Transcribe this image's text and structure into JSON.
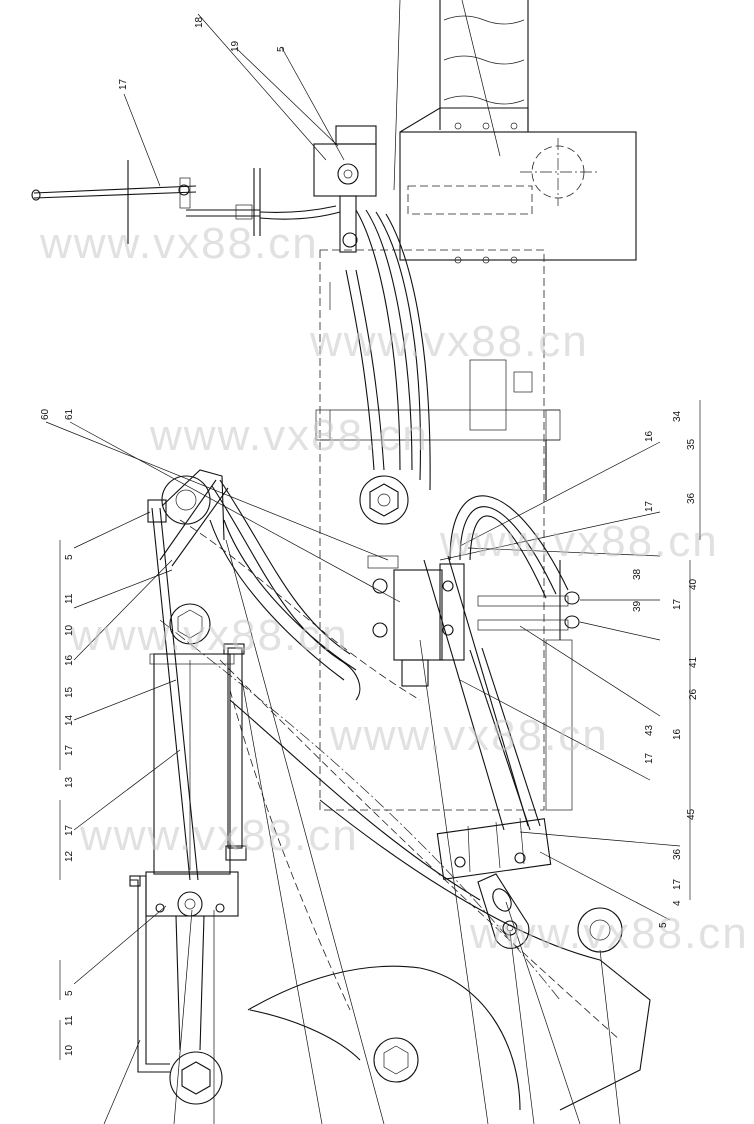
{
  "watermark": {
    "text": "www.vx88.cn",
    "color": "#c9c9c9"
  },
  "callouts": [
    {
      "id": "c17a",
      "text": "17"
    },
    {
      "id": "c18",
      "text": "18"
    },
    {
      "id": "c19",
      "text": "19"
    },
    {
      "id": "c5a",
      "text": "5"
    },
    {
      "id": "c60",
      "text": "60"
    },
    {
      "id": "c61",
      "text": "61"
    },
    {
      "id": "c16a",
      "text": "16"
    },
    {
      "id": "c34",
      "text": "34"
    },
    {
      "id": "c17b",
      "text": "17"
    },
    {
      "id": "c35",
      "text": "35"
    },
    {
      "id": "c36a",
      "text": "36"
    },
    {
      "id": "c38",
      "text": "38"
    },
    {
      "id": "c39",
      "text": "39"
    },
    {
      "id": "c17c",
      "text": "17"
    },
    {
      "id": "c40",
      "text": "40"
    },
    {
      "id": "c41",
      "text": "41"
    },
    {
      "id": "c26",
      "text": "26"
    },
    {
      "id": "c16b",
      "text": "16"
    },
    {
      "id": "c43",
      "text": "43"
    },
    {
      "id": "c17d",
      "text": "17"
    },
    {
      "id": "c45",
      "text": "45"
    },
    {
      "id": "c36b",
      "text": "36"
    },
    {
      "id": "c17e",
      "text": "17"
    },
    {
      "id": "c4",
      "text": "4"
    },
    {
      "id": "c5b",
      "text": "5"
    },
    {
      "id": "c5c",
      "text": "5"
    },
    {
      "id": "c11a",
      "text": "11"
    },
    {
      "id": "c10a",
      "text": "10"
    },
    {
      "id": "c16c",
      "text": "16"
    },
    {
      "id": "c15",
      "text": "15"
    },
    {
      "id": "c14",
      "text": "14"
    },
    {
      "id": "c13",
      "text": "13"
    },
    {
      "id": "c17f",
      "text": "17"
    },
    {
      "id": "c12",
      "text": "12"
    },
    {
      "id": "c17g",
      "text": "17"
    },
    {
      "id": "c5d",
      "text": "5"
    },
    {
      "id": "c11b",
      "text": "11"
    },
    {
      "id": "c10b",
      "text": "10"
    }
  ]
}
